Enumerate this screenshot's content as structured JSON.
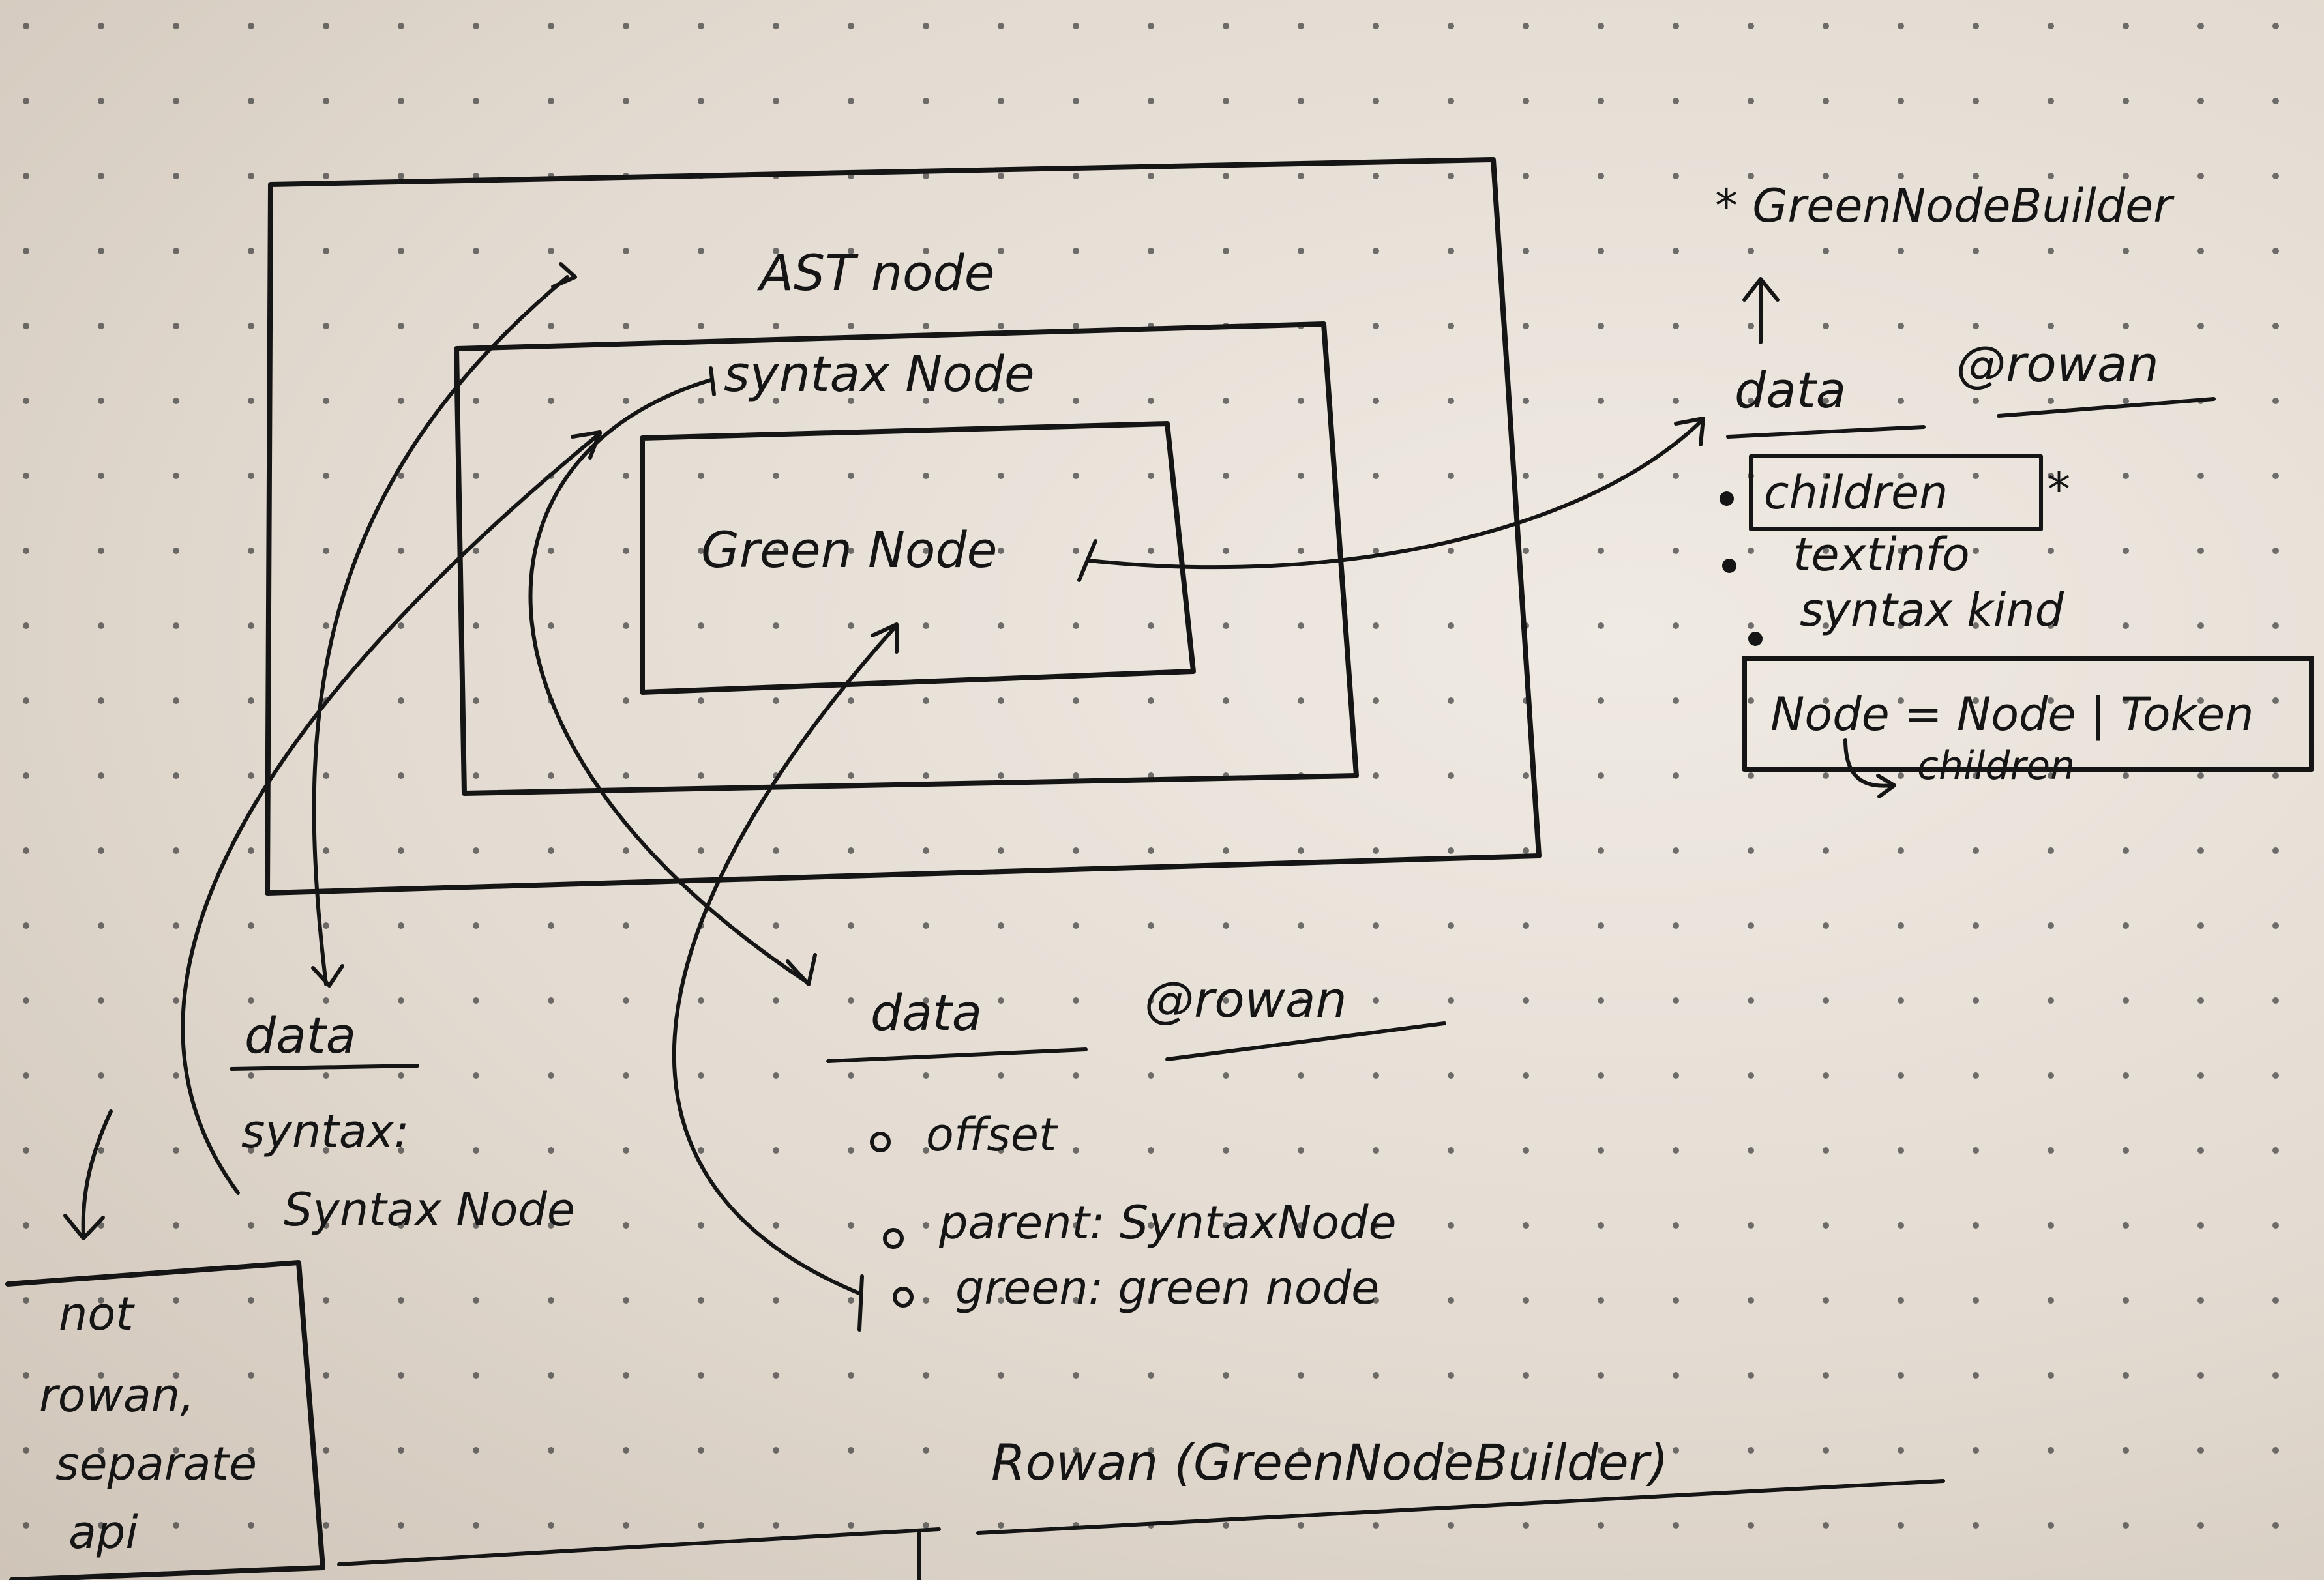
{
  "diagram": {
    "boxes": {
      "ast_node": "AST node",
      "syntax_node": "syntax Node",
      "green_node": "Green Node"
    },
    "top_right": {
      "builder_note": "* GreenNodeBuilder",
      "heading_data": "data",
      "heading_rowan": "@rowan",
      "items": [
        "children",
        "textinfo",
        "syntax kind"
      ],
      "children_star": "*",
      "box_text": "Node = Node | Token",
      "box_sub": "children"
    },
    "bottom_left": {
      "heading": "data",
      "syntax_line1": "syntax:",
      "syntax_line2": "Syntax Node"
    },
    "side_box": {
      "lines": [
        "not",
        "rowan,",
        "separate",
        "api"
      ]
    },
    "bottom_center": {
      "heading_data": "data",
      "heading_rowan": "@rowan",
      "items": [
        "offset",
        "parent: SyntaxNode",
        "green: green node"
      ]
    },
    "footer": "Rowan (GreenNodeBuilder)"
  }
}
